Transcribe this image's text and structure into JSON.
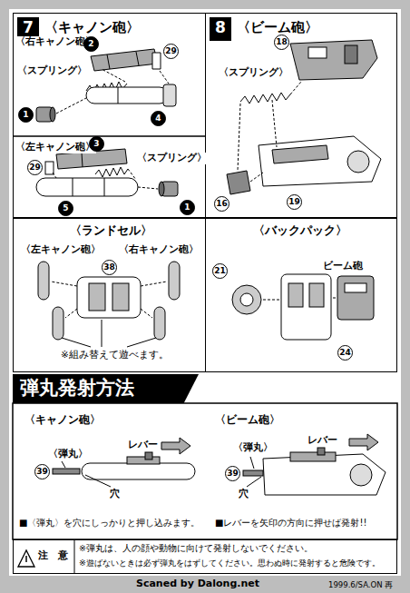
{
  "diagram": {
    "nodes": [
      {
        "text": [
          "〈キャノン砲〉"
        ]
      },
      {
        "text": [
          "7"
        ],
        "in": 0
      },
      {
        "text": [
          "〈ビーム砲〉"
        ]
      },
      {
        "text": [
          "8"
        ],
        "in": 2
      },
      {
        "text": [
          "〈ランドセル〉"
        ]
      },
      {
        "text": [
          "〈バックパック〉"
        ]
      },
      {
        "text": [
          "弾丸発射方法"
        ]
      },
      {
        "text": [
          "注　意",
          "※弾丸は、人の顔や動物に向けて発射しないでください。",
          "※遊ばないときは必ず弾丸をはずしてください。思わぬ時に発射すると危険です。"
        ]
      }
    ],
    "labels": [
      "〈右キャノン砲〉",
      "2",
      "29",
      "〈スプリング〉",
      "1",
      "4",
      "〈左キャノン砲〉",
      "3",
      "29",
      "〈スプリング〉",
      "5",
      "1",
      "〈スプリング〉",
      "18",
      "16",
      "19",
      "〈左キャノン砲〉",
      "〈右キャノン砲〉",
      "38",
      "※組み替えて遊べます。",
      "21",
      "ビーム砲",
      "24",
      "〈キャノン砲〉",
      "〈弾丸〉",
      "39",
      "レバー",
      "穴",
      "■〈弾丸〉を穴にしっかりと押し込みます。",
      "〈ビーム砲〉",
      "〈弾丸〉",
      "39",
      "レバー",
      "穴",
      "■レバーを矢印の方向に押せば発射!!",
      "Scaned by Dalong.net",
      "1999.6/SA.ON 再"
    ]
  }
}
